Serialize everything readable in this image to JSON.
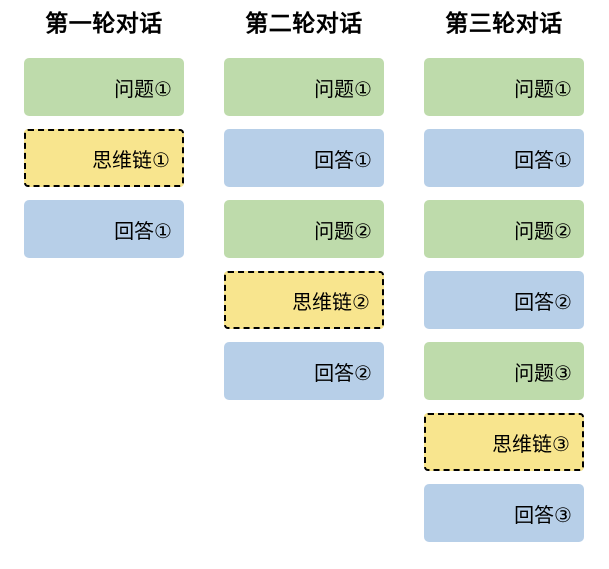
{
  "diagram": {
    "columns": [
      {
        "title": "第一轮对话",
        "boxes": [
          {
            "type": "question",
            "label": "问题①"
          },
          {
            "type": "cot",
            "label": "思维链①"
          },
          {
            "type": "answer",
            "label": "回答①"
          }
        ]
      },
      {
        "title": "第二轮对话",
        "boxes": [
          {
            "type": "question",
            "label": "问题①"
          },
          {
            "type": "answer",
            "label": "回答①"
          },
          {
            "type": "question",
            "label": "问题②"
          },
          {
            "type": "cot",
            "label": "思维链②"
          },
          {
            "type": "answer",
            "label": "回答②"
          }
        ]
      },
      {
        "title": "第三轮对话",
        "boxes": [
          {
            "type": "question",
            "label": "问题①"
          },
          {
            "type": "answer",
            "label": "回答①"
          },
          {
            "type": "question",
            "label": "问题②"
          },
          {
            "type": "answer",
            "label": "回答②"
          },
          {
            "type": "question",
            "label": "问题③"
          },
          {
            "type": "cot",
            "label": "思维链③"
          },
          {
            "type": "answer",
            "label": "回答③"
          }
        ]
      }
    ],
    "colors": {
      "question_bg": "#BEDBAB",
      "answer_bg": "#B7CFE8",
      "cot_bg": "#F8E58E",
      "cot_border": "#000000",
      "title_color": "#000000"
    }
  }
}
